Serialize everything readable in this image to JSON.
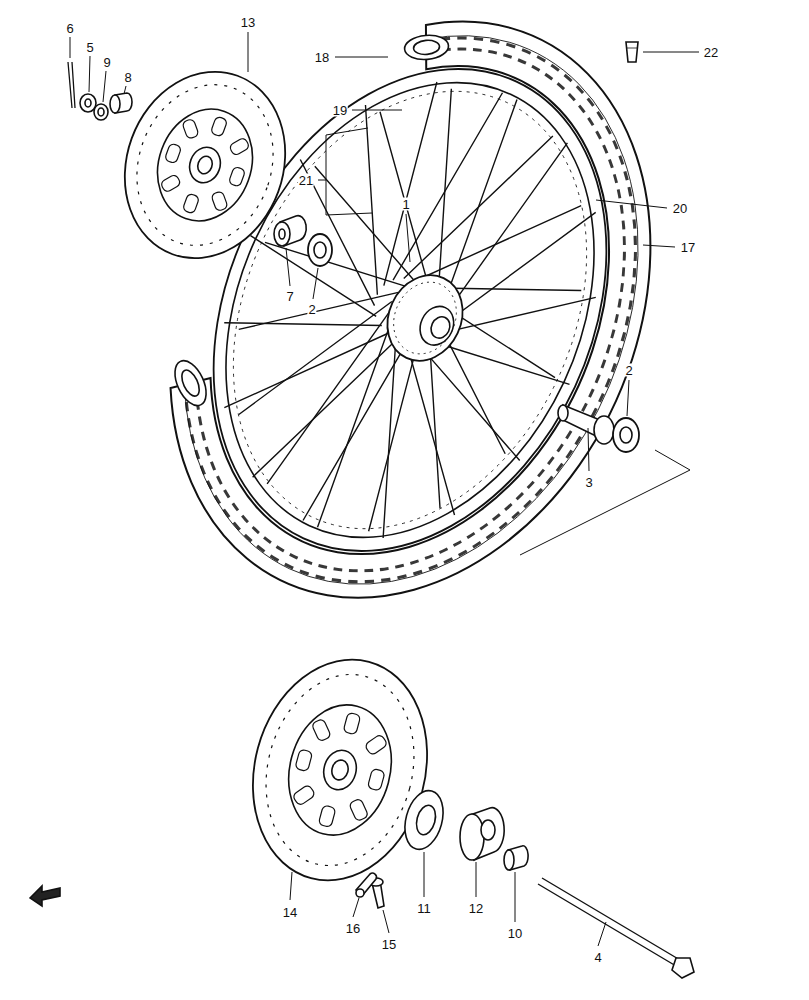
{
  "diagram": {
    "labels": [
      "6",
      "13",
      "5",
      "9",
      "8",
      "18",
      "22",
      "19",
      "21",
      "20",
      "1",
      "17",
      "7",
      "2",
      "2",
      "3",
      "14",
      "16",
      "11",
      "12",
      "10",
      "15",
      "4"
    ]
  }
}
